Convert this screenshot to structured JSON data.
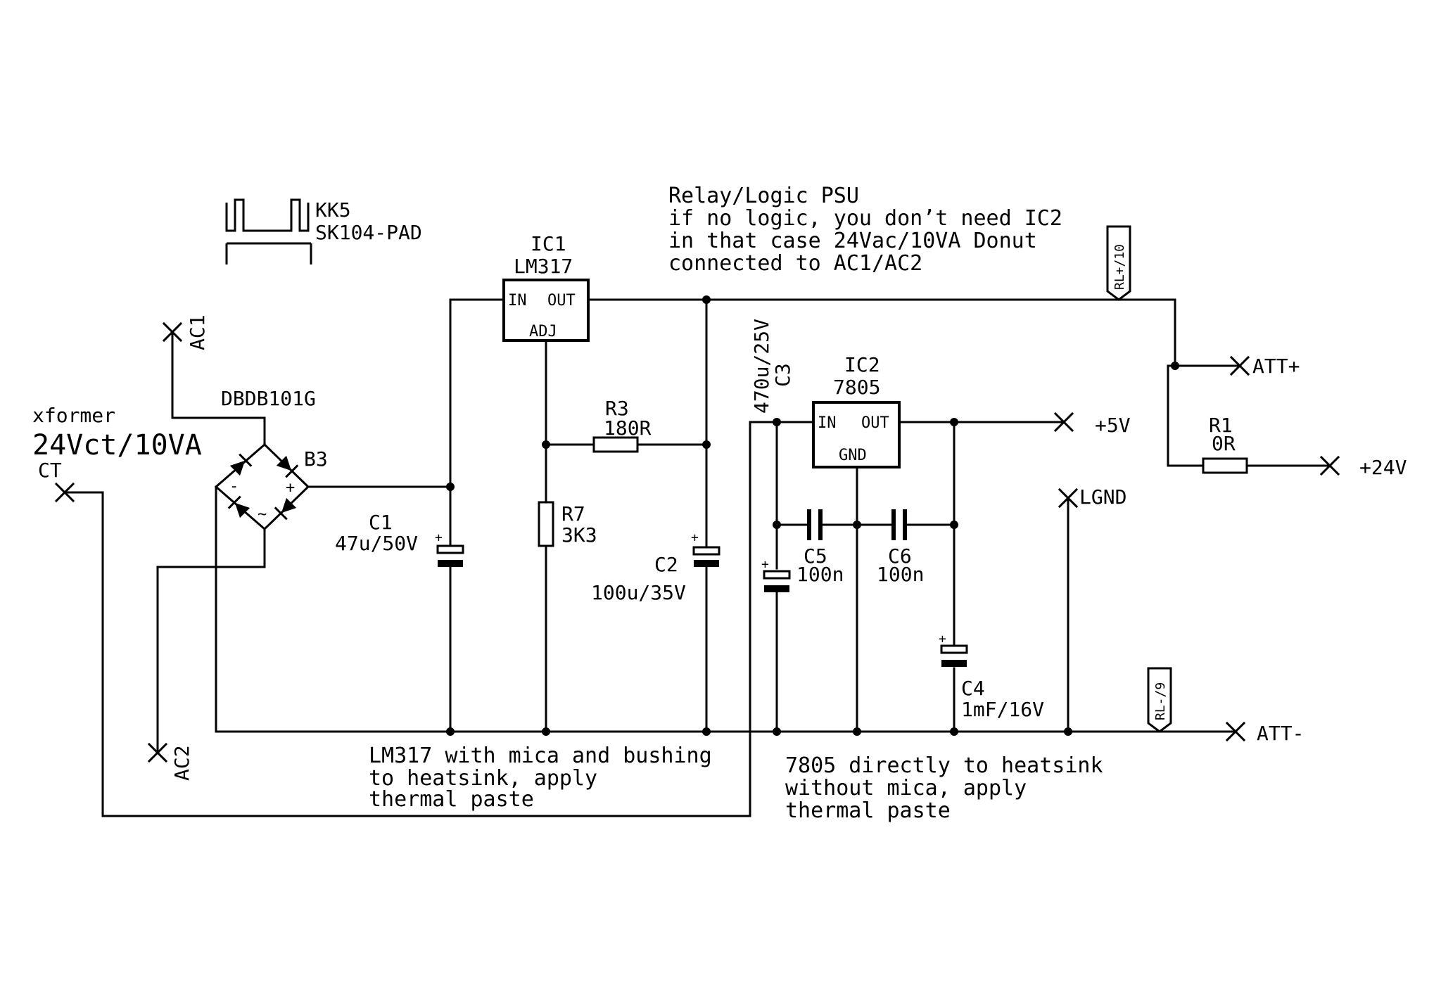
{
  "heatsink": {
    "ref": "KK5",
    "value": "SK104-PAD"
  },
  "note_top": {
    "line1": "Relay/Logic PSU",
    "line2": "if no logic, you don’t need IC2",
    "line3": "in that case 24Vac/10VA Donut",
    "line4": "connected to AC1/AC2"
  },
  "transformer": {
    "label": "xformer",
    "value": "24Vct/10VA"
  },
  "bridge": {
    "ref": "B3",
    "value": "DBDB101G",
    "minus": "-",
    "plus": "+",
    "ac": "~"
  },
  "ic1": {
    "ref": "IC1",
    "value": "LM317",
    "in": "IN",
    "out": "OUT",
    "adj": "ADJ"
  },
  "ic2": {
    "ref": "IC2",
    "value": "7805",
    "in": "IN",
    "out": "OUT",
    "gnd": "GND"
  },
  "r1": {
    "ref": "R1",
    "value": "0R"
  },
  "r3": {
    "ref": "R3",
    "value": "180R"
  },
  "r7": {
    "ref": "R7",
    "value": "3K3"
  },
  "c1": {
    "ref": "C1",
    "value": "47u/50V"
  },
  "c2": {
    "ref": "C2",
    "value": "100u/35V"
  },
  "c3": {
    "ref": "C3",
    "value": "470u/25V"
  },
  "c4": {
    "ref": "C4",
    "value": "1mF/16V"
  },
  "c5": {
    "ref": "C5",
    "value": "100n"
  },
  "c6": {
    "ref": "C6",
    "value": "100n"
  },
  "cap_plus": "+",
  "terminals": {
    "ac1": "AC1",
    "ac2": "AC2",
    "ct": "CT",
    "att_plus": "ATT+",
    "att_minus": "ATT-",
    "plus5v": "+5V",
    "plus24v": "+24V",
    "lgnd": "LGND"
  },
  "relay_flags": {
    "rl_plus": "RL+/10",
    "rl_minus": "RL-/9"
  },
  "note_lm317": {
    "line1": "LM317 with mica and bushing",
    "line2": "to heatsink, apply",
    "line3": "thermal paste"
  },
  "note_7805": {
    "line1": "7805 directly to heatsink",
    "line2": "without mica, apply",
    "line3": "thermal paste"
  }
}
